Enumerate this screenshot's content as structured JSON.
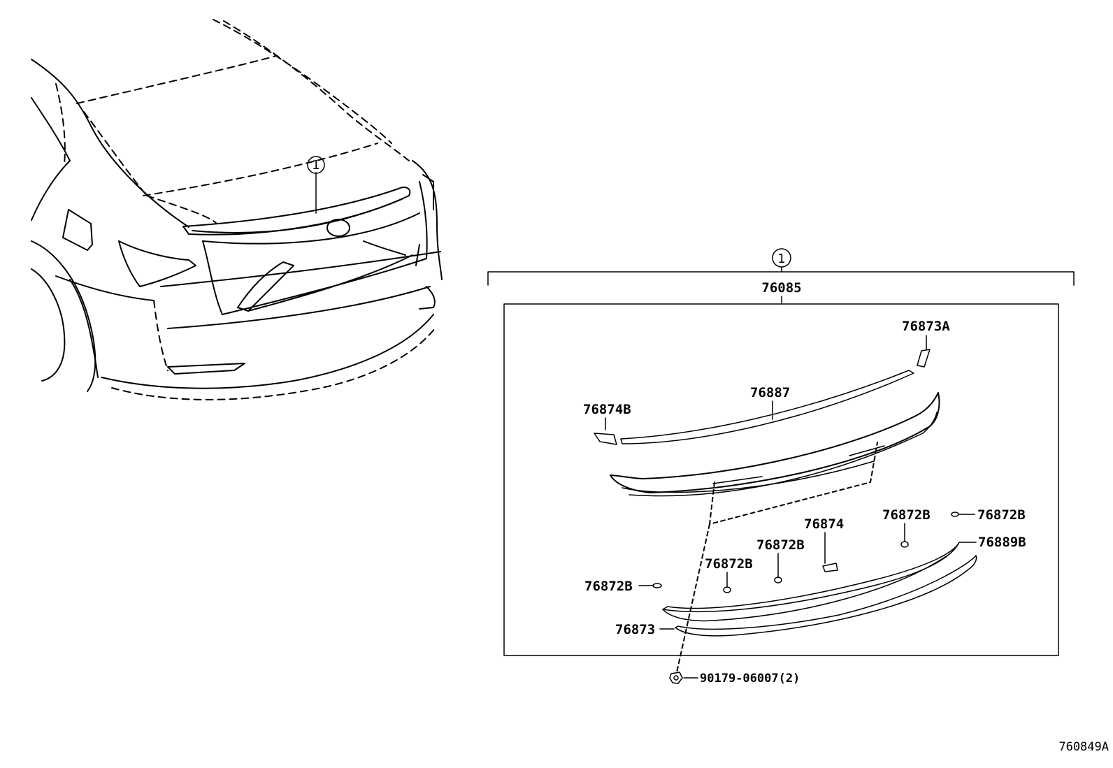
{
  "callout_marker": "1",
  "assembly": {
    "part": "76085"
  },
  "parts": {
    "p76873A": "76873A",
    "p76887": "76887",
    "p76874B": "76874B",
    "p76874": "76874",
    "p76872B_a": "76872B",
    "p76872B_b": "76872B",
    "p76872B_c": "76872B",
    "p76872B_d": "76872B",
    "p76872B_e": "76872B",
    "p76889B": "76889B",
    "p76873": "76873",
    "fastener": "90179-06007(2)"
  },
  "drawing_ref": "760849A"
}
